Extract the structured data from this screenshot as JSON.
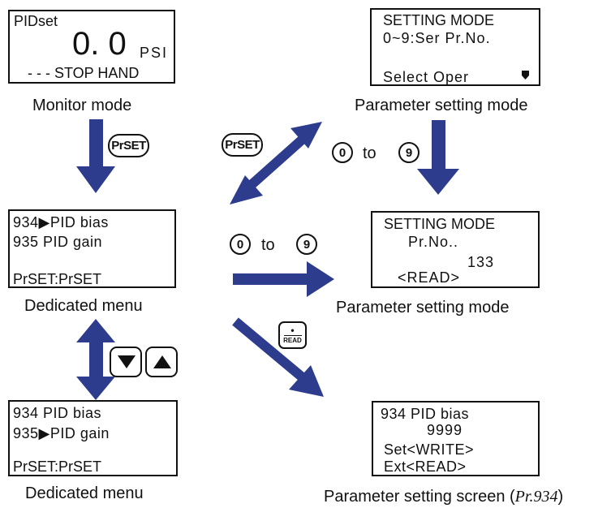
{
  "monitor": {
    "title": "PIDset",
    "value": "0. 0",
    "unit": "PSI",
    "status": "- - -   STOP HAND",
    "caption": "Monitor mode"
  },
  "setting1": {
    "line1": "SETTING MODE",
    "line2": "0~9:Ser Pr.No.",
    "line3": "Select Oper",
    "caption": "Parameter setting mode"
  },
  "menu1": {
    "line1": "934▶PID bias",
    "line2": "935  PID gain",
    "line3": "PrSET:PrSET",
    "caption": "Dedicated menu"
  },
  "setting2": {
    "line1": "SETTING MODE",
    "line2": "Pr.No..",
    "line3": "133",
    "line4": "<READ>",
    "caption": "Parameter setting mode"
  },
  "menu2": {
    "line1": "934  PID bias",
    "line2": "935▶PID gain",
    "line3": "PrSET:PrSET",
    "caption": "Dedicated menu"
  },
  "pidscreen": {
    "line1": "934   PID bias",
    "line2": "9999",
    "line3": "Set<WRITE>",
    "line4": "Ext<READ>",
    "caption": "Parameter setting screen (",
    "caption_param": "Pr.934",
    "caption_end": ")"
  },
  "keys": {
    "prset": "PrSET",
    "zero": "0",
    "nine": "9",
    "to": "to",
    "read_dot": "•",
    "read": "READ",
    "down_icon": "triangle-down",
    "up_icon": "triangle-up"
  },
  "colors": {
    "arrow": "#2E3C8E",
    "text": "#111111"
  }
}
